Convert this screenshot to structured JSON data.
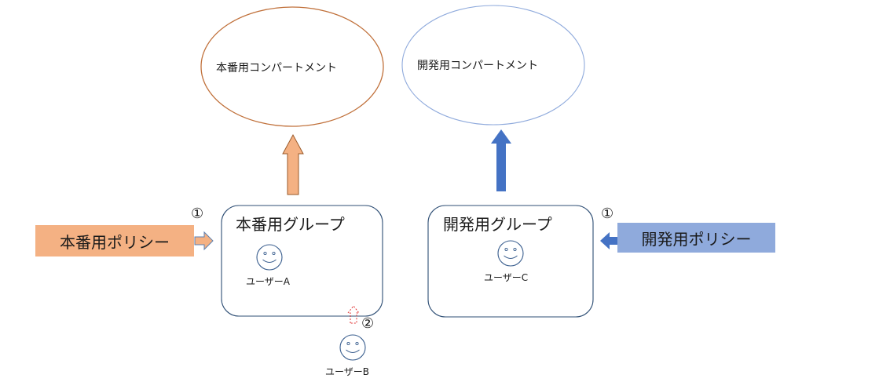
{
  "compartments": {
    "production": {
      "label": "本番用コンパートメント"
    },
    "development": {
      "label": "開発用コンパートメント"
    }
  },
  "groups": {
    "production": {
      "label": "本番用グループ"
    },
    "development": {
      "label": "開発用グループ"
    }
  },
  "policies": {
    "production": {
      "label": "本番用ポリシー"
    },
    "development": {
      "label": "開発用ポリシー"
    }
  },
  "users": {
    "a": {
      "label": "ユーザーA"
    },
    "b": {
      "label": "ユーザーB"
    },
    "c": {
      "label": "ユーザーC"
    }
  },
  "steps": {
    "prod_policy_step": "①",
    "dev_policy_step": "①",
    "user_b_step": "②"
  },
  "colors": {
    "production_oval_stroke": "#c0703a",
    "development_oval_stroke": "#8faadc",
    "production_accent": "#f4b183",
    "development_accent": "#4472c4",
    "development_policy_fill": "#8faadc",
    "group_border": "#2f4f75",
    "user_icon_stroke": "#3b5f8f",
    "user_b_marker": "#e03030"
  }
}
